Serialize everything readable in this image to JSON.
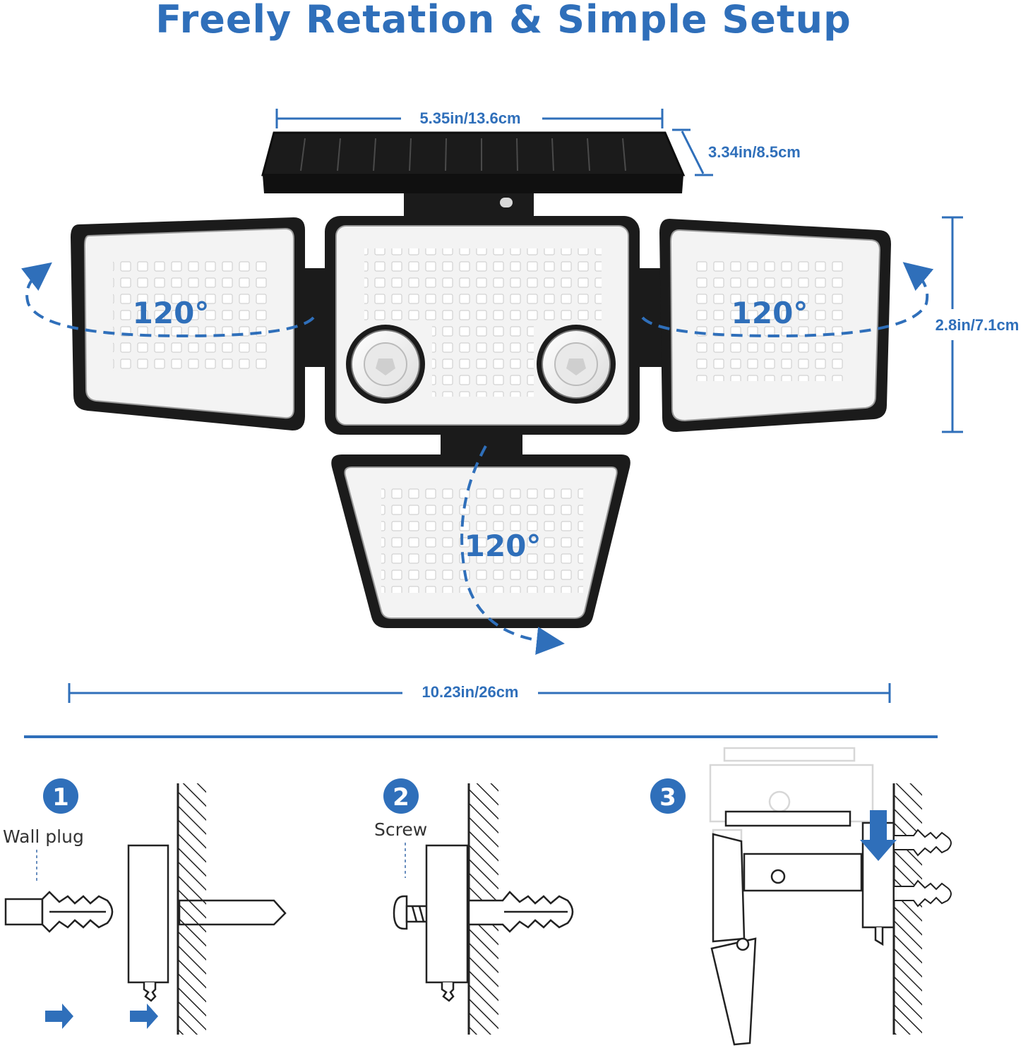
{
  "headline": "Freely Retation & Simple Setup",
  "dimensions": {
    "panel_width": "5.35in/13.6cm",
    "panel_depth": "3.34in/8.5cm",
    "height": "2.8in/7.1cm",
    "total_width": "10.23in/26cm"
  },
  "rotation": {
    "left": "120°",
    "right": "120°",
    "bottom": "120°"
  },
  "steps": [
    {
      "number": "1",
      "label": "Wall plug"
    },
    {
      "number": "2",
      "label": "Screw"
    },
    {
      "number": "3",
      "label": ""
    }
  ],
  "colors": {
    "accent": "#2f6fba",
    "housing": "#1b1b1b",
    "lens": "#f2f2f2"
  }
}
